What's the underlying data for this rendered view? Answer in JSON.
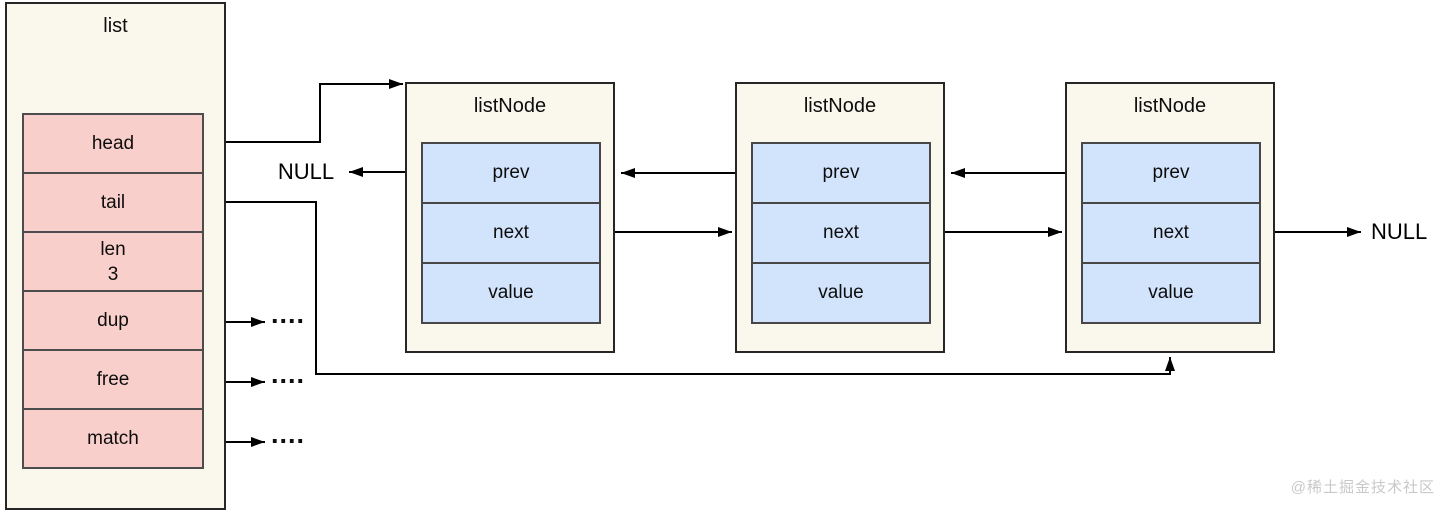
{
  "diagram": {
    "kind": "linked-list-structure",
    "background": "#ffffff"
  },
  "list": {
    "title": "list",
    "fields": [
      {
        "label": "head"
      },
      {
        "label": "tail"
      },
      {
        "label": "len",
        "value": "3"
      },
      {
        "label": "dup"
      },
      {
        "label": "free"
      },
      {
        "label": "match"
      }
    ]
  },
  "nodes": [
    {
      "title": "listNode",
      "cells": [
        "prev",
        "next",
        "value"
      ]
    },
    {
      "title": "listNode",
      "cells": [
        "prev",
        "next",
        "value"
      ]
    },
    {
      "title": "listNode",
      "cells": [
        "prev",
        "next",
        "value"
      ]
    }
  ],
  "labels": {
    "null_left": "NULL",
    "null_right": "NULL",
    "dup_pointer": "....",
    "free_pointer": "....",
    "match_pointer": "...."
  },
  "connections": [
    {
      "from": "list.head",
      "to": "listNode-1"
    },
    {
      "from": "list.tail",
      "to": "listNode-3"
    },
    {
      "from": "listNode-1.prev",
      "to": "NULL"
    },
    {
      "from": "listNode-1.next",
      "to": "listNode-2"
    },
    {
      "from": "listNode-2.prev",
      "to": "listNode-1"
    },
    {
      "from": "listNode-2.next",
      "to": "listNode-3"
    },
    {
      "from": "listNode-3.prev",
      "to": "listNode-2"
    },
    {
      "from": "listNode-3.next",
      "to": "NULL"
    },
    {
      "from": "list.dup",
      "to": "...."
    },
    {
      "from": "list.free",
      "to": "...."
    },
    {
      "from": "list.match",
      "to": "...."
    }
  ],
  "colors": {
    "container_fill": "#faf7ec",
    "list_field_fill": "#f9cfcc",
    "node_cell_fill": "#d2e4fb",
    "cell_border": "#4d4d4d",
    "box_border": "#262626",
    "arrow": "#000000",
    "watermark_text_color": "#c9c9c9"
  },
  "watermark": {
    "text": "@稀土掘金技术社区"
  }
}
